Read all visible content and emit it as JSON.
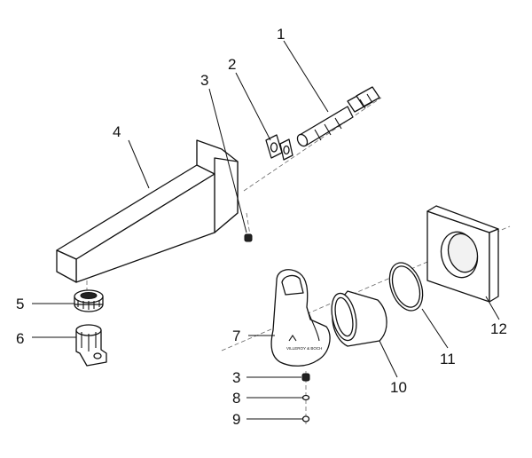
{
  "labels": {
    "p1": "1",
    "p2": "2",
    "p3a": "3",
    "p4": "4",
    "p5": "5",
    "p6": "6",
    "p7": "7",
    "p3b": "3",
    "p8": "8",
    "p9": "9",
    "p10": "10",
    "p11": "11",
    "p12": "12"
  },
  "logo_text": "VILLEROY & BOCH"
}
